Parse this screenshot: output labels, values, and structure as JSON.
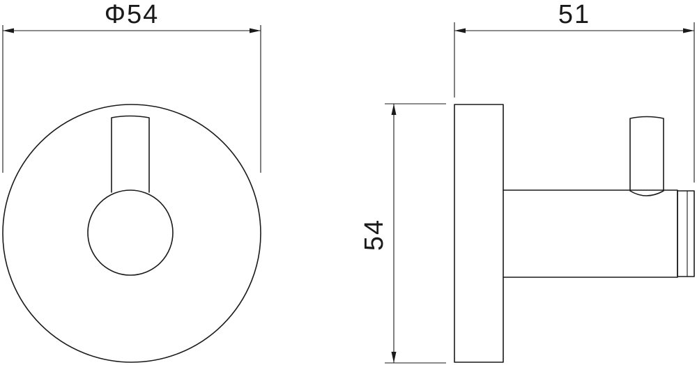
{
  "dimensions": {
    "front_diameter": "Φ54",
    "side_depth": "51",
    "side_height": "54"
  },
  "colors": {
    "line": "#1a1a1a",
    "background": "#ffffff"
  }
}
